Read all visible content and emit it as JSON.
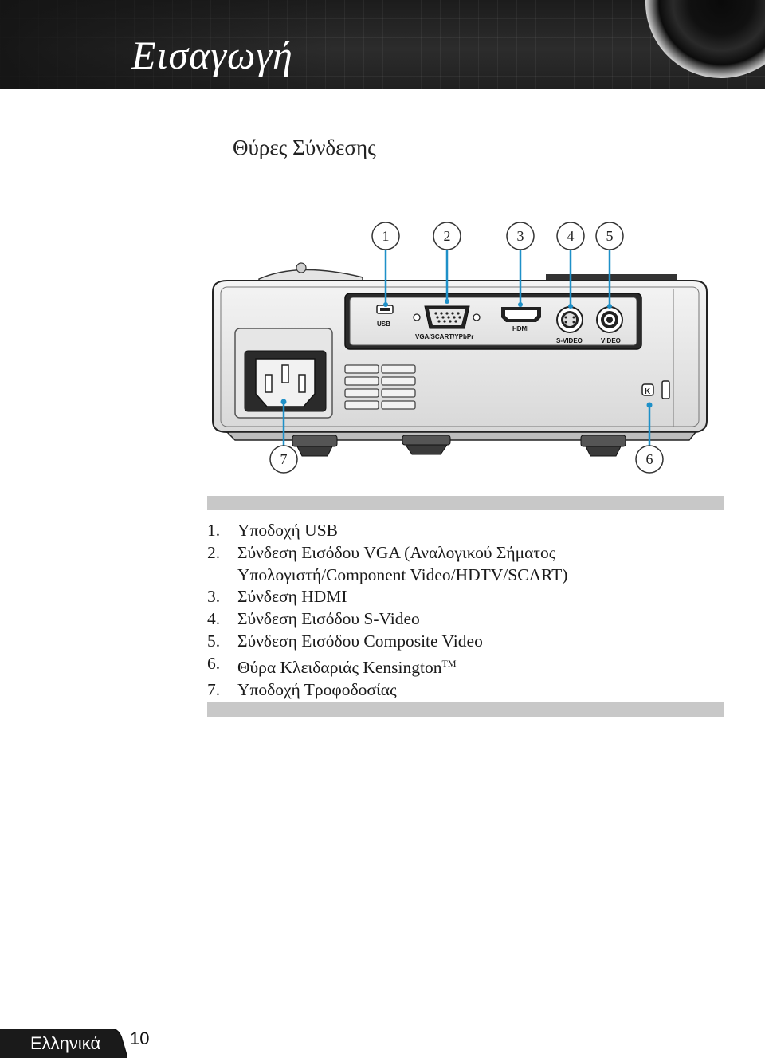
{
  "header": {
    "chapter_title": "Εισαγωγή"
  },
  "section": {
    "title": "Θύρες Σύνδεσης"
  },
  "diagram": {
    "callouts_top": [
      "1",
      "2",
      "3",
      "4",
      "5"
    ],
    "callouts_bottom": [
      "7",
      "6"
    ],
    "port_labels": {
      "usb": "USB",
      "vga": "VGA/SCART/YPbPr",
      "hdmi": "HDMI",
      "svideo": "S-VIDEO",
      "video": "VIDEO"
    }
  },
  "items": [
    {
      "num": "1.",
      "text": "Υποδοχή USB"
    },
    {
      "num": "2.",
      "text": "Σύνδεση Εισόδου VGA (Αναλογικού Σήματος"
    },
    {
      "num": "",
      "text": "Υπολογιστή/Component Video/HDTV/SCART)"
    },
    {
      "num": "3.",
      "text": "Σύνδεση HDMI"
    },
    {
      "num": "4.",
      "text": "Σύνδεση Εισόδου S-Video"
    },
    {
      "num": "5.",
      "text": "Σύνδεση Εισόδου Composite Video"
    },
    {
      "num": "6.",
      "text": "Θύρα Κλειδαριάς Kensington",
      "sup": "TM"
    },
    {
      "num": "7.",
      "text": "Υποδοχή Τροφοδοσίας"
    }
  ],
  "footer": {
    "language": "Ελληνικά",
    "page": "10"
  },
  "colors": {
    "callout_line": "#1e90c8",
    "accent_bar": "#c8c8c8"
  }
}
